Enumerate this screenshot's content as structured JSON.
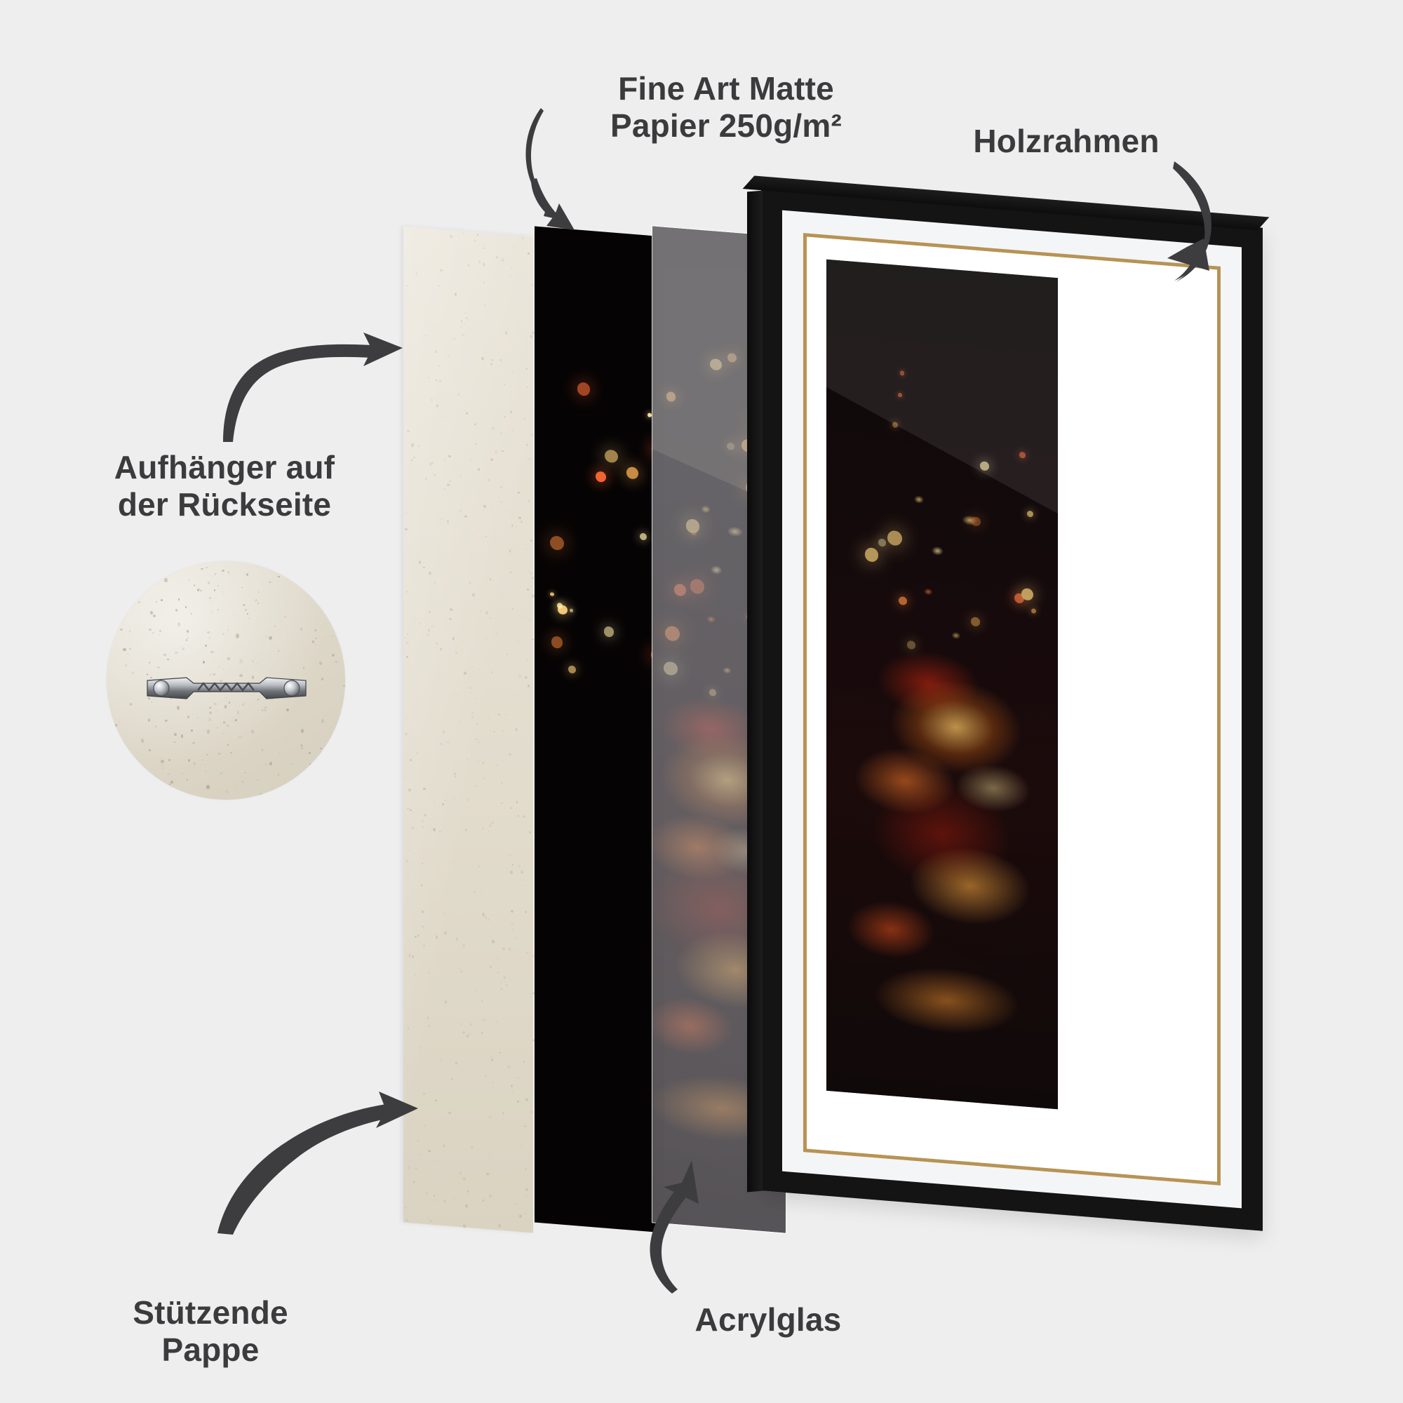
{
  "background_color": "#eeeeef",
  "text_color": "#3b3b3d",
  "diagram": {
    "title_concept": "exploded-view-framed-print",
    "labels": {
      "paper": "Fine Art Matte\nPapier 250g/m²",
      "frame": "Holzrahmen",
      "hanger": "Aufhänger auf\nder Rückseite",
      "cardboard": "Stützende\nPappe",
      "acrylic": "Acrylglas"
    },
    "layers": [
      {
        "name": "Stützende Pappe",
        "icon": "cardboard-panel",
        "color": "#e2dccd"
      },
      {
        "name": "Fine Art Matte Papier 250g/m²",
        "icon": "print-panel",
        "color": "#0a0506"
      },
      {
        "name": "Acrylglas",
        "icon": "acrylic-panel",
        "color": "#f1f3f5"
      },
      {
        "name": "Holzrahmen",
        "icon": "wood-frame",
        "color": "#141414"
      }
    ],
    "frame": {
      "outer_color": "#141414",
      "inner_lip_color": "#b79354",
      "mat_color": "#ffffff"
    },
    "artwork": {
      "subject": "glowing embers",
      "palette": [
        "#ffd678",
        "#ff9624",
        "#e0380e",
        "#6b0f04",
        "#0a0506"
      ]
    },
    "hanger_detail": {
      "surface": "cardboard",
      "part": "sawtooth-hanger-bracket",
      "screws": 2
    },
    "arrows": [
      {
        "name": "arrow-to-paper",
        "from": "Fine Art Matte Papier 250g/m²",
        "direction": "down"
      },
      {
        "name": "arrow-to-frame",
        "from": "Holzrahmen",
        "direction": "down-left"
      },
      {
        "name": "arrow-to-cardboard-top",
        "from": "Aufhänger auf der Rückseite",
        "direction": "right"
      },
      {
        "name": "arrow-to-cardboard-bottom",
        "from": "Stützende Pappe",
        "direction": "up-right"
      },
      {
        "name": "arrow-to-acrylic",
        "from": "Acrylglas",
        "direction": "up"
      }
    ]
  }
}
